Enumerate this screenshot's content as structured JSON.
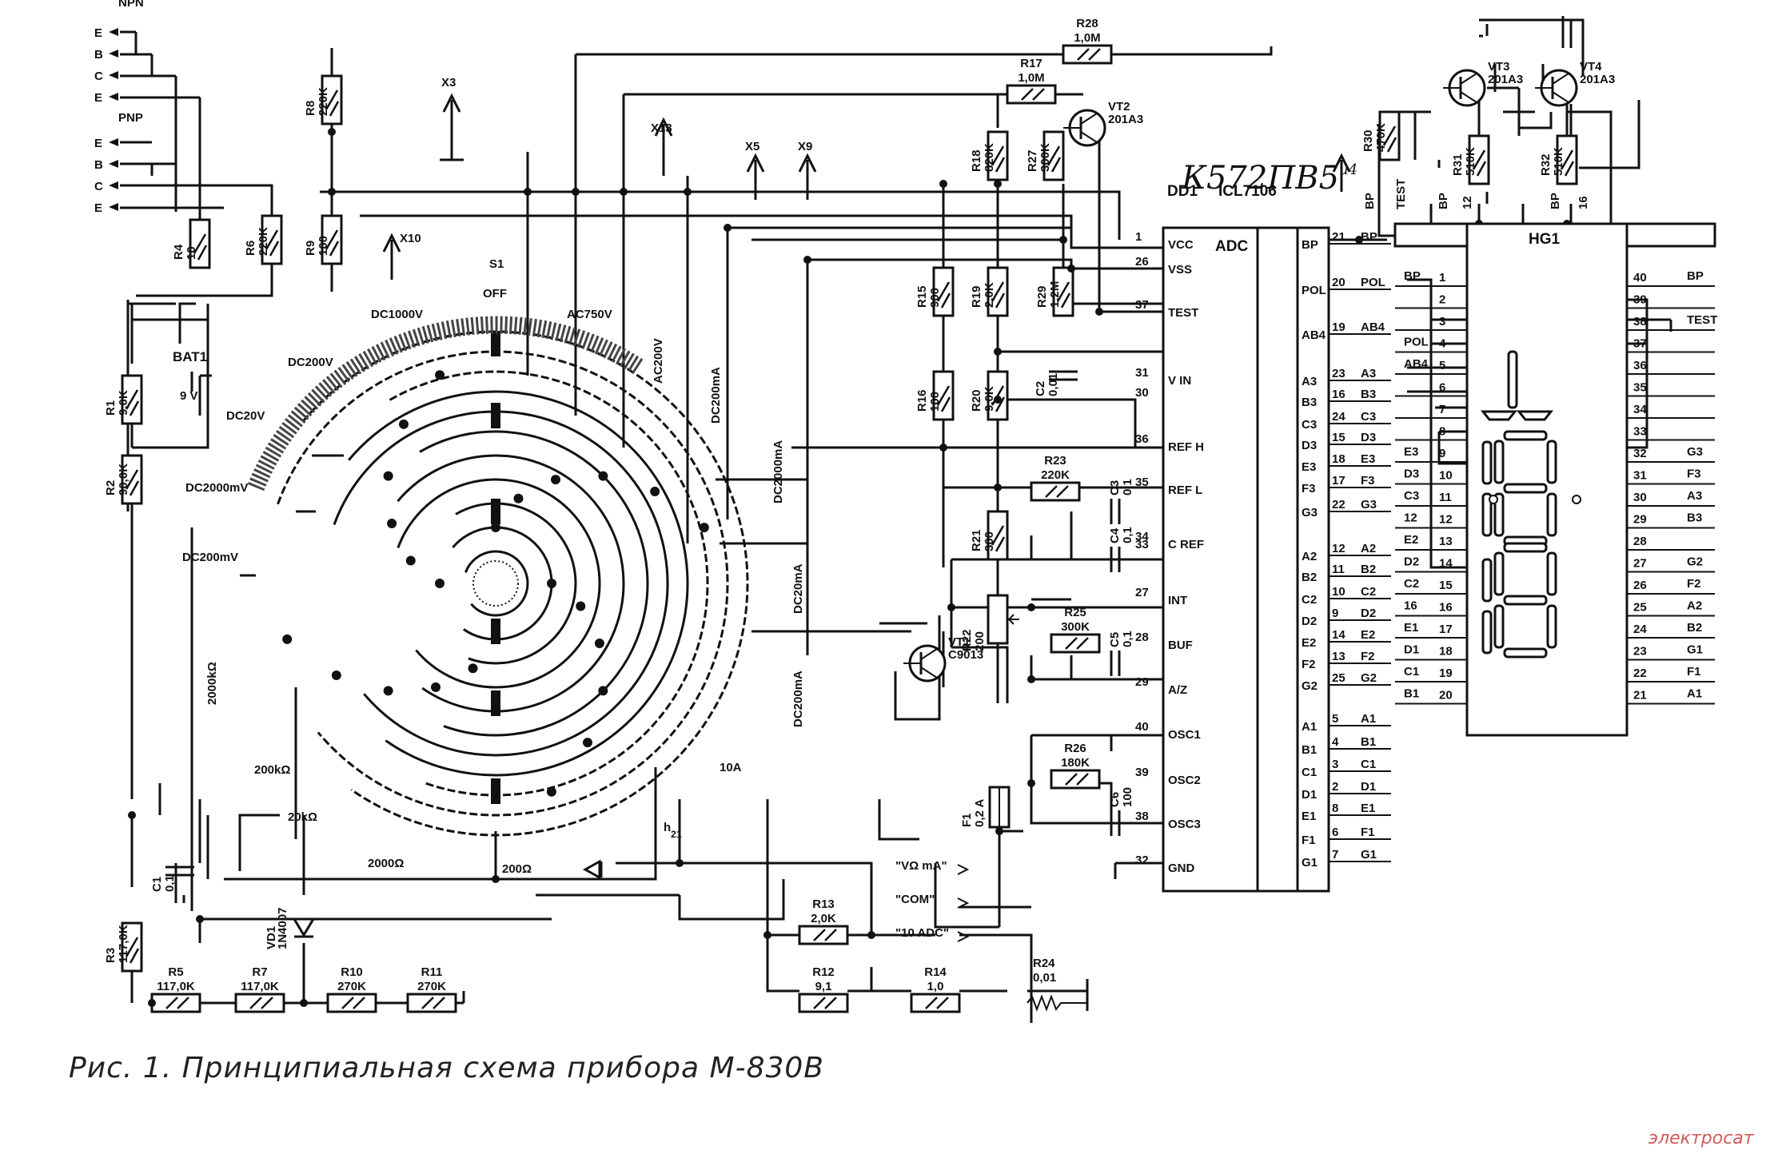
{
  "caption": "Рис. 1. Принципиальная схема прибора М-830В",
  "watermark": "электросат",
  "handwritten_note": "К572ПВ5",
  "handwritten_sup": "и4",
  "colors": {
    "ink": "#111111",
    "watermark": "#d25a5a",
    "background": "#ffffff"
  },
  "transistor_socket": {
    "npn_label": "NPN",
    "pnp_label": "PNP",
    "npn_pins": [
      "E",
      "B",
      "C",
      "E"
    ],
    "pnp_pins": [
      "E",
      "B",
      "C",
      "E"
    ]
  },
  "test_points": [
    "X3",
    "X13",
    "X5",
    "X9",
    "X10"
  ],
  "switch": {
    "ref": "S1",
    "off_label": "OFF",
    "positions": [
      "DC1000V",
      "AC750V",
      "DC200V",
      "AC200V",
      "DC200mA",
      "DC20V",
      "DC2000mV",
      "DC200mV",
      "DC2000mA",
      "DC20mA",
      "DC200mA",
      "2000kΩ",
      "200kΩ",
      "20kΩ",
      "2000Ω",
      "200Ω",
      "10A",
      "h21"
    ]
  },
  "battery": {
    "ref": "BAT1",
    "value": "9 V"
  },
  "resistors": [
    {
      "ref": "R1",
      "value": "9,0K"
    },
    {
      "ref": "R2",
      "value": "90,0K"
    },
    {
      "ref": "R3",
      "value": "117,0K"
    },
    {
      "ref": "R4",
      "value": "10"
    },
    {
      "ref": "R5",
      "value": "117,0K"
    },
    {
      "ref": "R6",
      "value": "220K"
    },
    {
      "ref": "R7",
      "value": "117,0K"
    },
    {
      "ref": "R8",
      "value": "220K"
    },
    {
      "ref": "R9",
      "value": "100"
    },
    {
      "ref": "R10",
      "value": "270K"
    },
    {
      "ref": "R11",
      "value": "270K"
    },
    {
      "ref": "R12",
      "value": "9,1"
    },
    {
      "ref": "R13",
      "value": "2,0K"
    },
    {
      "ref": "R14",
      "value": "1,0"
    },
    {
      "ref": "R15",
      "value": "900"
    },
    {
      "ref": "R16",
      "value": "100"
    },
    {
      "ref": "R17",
      "value": "1,0M"
    },
    {
      "ref": "R18",
      "value": "820K"
    },
    {
      "ref": "R19",
      "value": "2,0K"
    },
    {
      "ref": "R20",
      "value": "9,0K"
    },
    {
      "ref": "R21",
      "value": "300"
    },
    {
      "ref": "R22",
      "value": "200"
    },
    {
      "ref": "R23",
      "value": "220K"
    },
    {
      "ref": "R24",
      "value": "0,01"
    },
    {
      "ref": "R25",
      "value": "300K"
    },
    {
      "ref": "R26",
      "value": "180K"
    },
    {
      "ref": "R27",
      "value": "300K"
    },
    {
      "ref": "R28",
      "value": "1,0M"
    },
    {
      "ref": "R29",
      "value": "1,2M"
    },
    {
      "ref": "R30",
      "value": "470K"
    },
    {
      "ref": "R31",
      "value": "510K"
    },
    {
      "ref": "R32",
      "value": "510K"
    }
  ],
  "capacitors": [
    {
      "ref": "C1",
      "value": "0,1"
    },
    {
      "ref": "C2",
      "value": "0,01"
    },
    {
      "ref": "C3",
      "value": "0,1"
    },
    {
      "ref": "C4",
      "value": "0,1"
    },
    {
      "ref": "C5",
      "value": "0,1"
    },
    {
      "ref": "C6",
      "value": "100"
    }
  ],
  "transistors": [
    {
      "ref": "VT1",
      "value": "C9013"
    },
    {
      "ref": "VT2",
      "value": "201A3"
    },
    {
      "ref": "VT3",
      "value": "201A3"
    },
    {
      "ref": "VT4",
      "value": "201A3"
    }
  ],
  "diode": {
    "ref": "VD1",
    "value": "1N4007"
  },
  "fuse": {
    "ref": "F1",
    "value": "0,2 A"
  },
  "jacks": [
    "\"VΩ mA\"",
    "\"COM\"",
    "\"10 ADC\""
  ],
  "adc": {
    "ref": "DD1",
    "part": "ICL7106",
    "title": "ADC",
    "left_pins": [
      {
        "num": "1",
        "name": "VCC"
      },
      {
        "num": "26",
        "name": "VSS"
      },
      {
        "num": "37",
        "name": "TEST"
      },
      {
        "num": "31",
        "name": "V IN"
      },
      {
        "num": "30",
        "name": ""
      },
      {
        "num": "36",
        "name": "REF H"
      },
      {
        "num": "35",
        "name": "REF L"
      },
      {
        "num": "34",
        "name": "C REF"
      },
      {
        "num": "33",
        "name": ""
      },
      {
        "num": "27",
        "name": "INT"
      },
      {
        "num": "28",
        "name": "BUF"
      },
      {
        "num": "29",
        "name": "A/Z"
      },
      {
        "num": "40",
        "name": "OSC1"
      },
      {
        "num": "39",
        "name": "OSC2"
      },
      {
        "num": "38",
        "name": "OSC3"
      },
      {
        "num": "32",
        "name": "GND"
      }
    ],
    "right_pins": [
      {
        "num": "21",
        "name": "BP",
        "net": "BP"
      },
      {
        "num": "20",
        "name": "POL",
        "net": "POL"
      },
      {
        "num": "19",
        "name": "AB4",
        "net": "AB4"
      },
      {
        "num": "23",
        "name": "A3",
        "net": "A3"
      },
      {
        "num": "16",
        "name": "B3",
        "net": "B3"
      },
      {
        "num": "24",
        "name": "C3",
        "net": "C3"
      },
      {
        "num": "15",
        "name": "D3",
        "net": "D3"
      },
      {
        "num": "18",
        "name": "E3",
        "net": "E3"
      },
      {
        "num": "17",
        "name": "F3",
        "net": "F3"
      },
      {
        "num": "22",
        "name": "G3",
        "net": "G3"
      },
      {
        "num": "12",
        "name": "A2",
        "net": "A2"
      },
      {
        "num": "11",
        "name": "B2",
        "net": "B2"
      },
      {
        "num": "10",
        "name": "C2",
        "net": "C2"
      },
      {
        "num": "9",
        "name": "D2",
        "net": "D2"
      },
      {
        "num": "14",
        "name": "E2",
        "net": "E2"
      },
      {
        "num": "13",
        "name": "F2",
        "net": "F2"
      },
      {
        "num": "25",
        "name": "G2",
        "net": "G2"
      },
      {
        "num": "5",
        "name": "A1",
        "net": "A1"
      },
      {
        "num": "4",
        "name": "B1",
        "net": "B1"
      },
      {
        "num": "3",
        "name": "C1",
        "net": "C1"
      },
      {
        "num": "2",
        "name": "D1",
        "net": "D1"
      },
      {
        "num": "8",
        "name": "E1",
        "net": "E1"
      },
      {
        "num": "6",
        "name": "F1",
        "net": "F1"
      },
      {
        "num": "7",
        "name": "G1",
        "net": "G1"
      }
    ]
  },
  "lcd": {
    "ref": "HG1",
    "top_labels": [
      "BP",
      "TEST",
      "BP",
      "12",
      "BP",
      "16"
    ],
    "left_pins": [
      {
        "num": "1",
        "net": "BP"
      },
      {
        "num": "2",
        "net": ""
      },
      {
        "num": "3",
        "net": ""
      },
      {
        "num": "4",
        "net": "POL"
      },
      {
        "num": "5",
        "net": "AB4"
      },
      {
        "num": "6",
        "net": ""
      },
      {
        "num": "7",
        "net": ""
      },
      {
        "num": "8",
        "net": ""
      },
      {
        "num": "9",
        "net": "E3"
      },
      {
        "num": "10",
        "net": "D3"
      },
      {
        "num": "11",
        "net": "C3"
      },
      {
        "num": "12",
        "net": "12"
      },
      {
        "num": "13",
        "net": "E2"
      },
      {
        "num": "14",
        "net": "D2"
      },
      {
        "num": "15",
        "net": "C2"
      },
      {
        "num": "16",
        "net": "16"
      },
      {
        "num": "17",
        "net": "E1"
      },
      {
        "num": "18",
        "net": "D1"
      },
      {
        "num": "19",
        "net": "C1"
      },
      {
        "num": "20",
        "net": "B1"
      }
    ],
    "right_pins": [
      {
        "num": "40",
        "net": "BP"
      },
      {
        "num": "39",
        "net": ""
      },
      {
        "num": "38",
        "net": "TEST"
      },
      {
        "num": "37",
        "net": ""
      },
      {
        "num": "36",
        "net": ""
      },
      {
        "num": "35",
        "net": ""
      },
      {
        "num": "34",
        "net": ""
      },
      {
        "num": "33",
        "net": ""
      },
      {
        "num": "32",
        "net": "G3"
      },
      {
        "num": "31",
        "net": "F3"
      },
      {
        "num": "30",
        "net": "A3"
      },
      {
        "num": "29",
        "net": "B3"
      },
      {
        "num": "28",
        "net": ""
      },
      {
        "num": "27",
        "net": "G2"
      },
      {
        "num": "26",
        "net": "F2"
      },
      {
        "num": "25",
        "net": "A2"
      },
      {
        "num": "24",
        "net": "B2"
      },
      {
        "num": "23",
        "net": "G1"
      },
      {
        "num": "22",
        "net": "F1"
      },
      {
        "num": "21",
        "net": "A1"
      }
    ]
  }
}
